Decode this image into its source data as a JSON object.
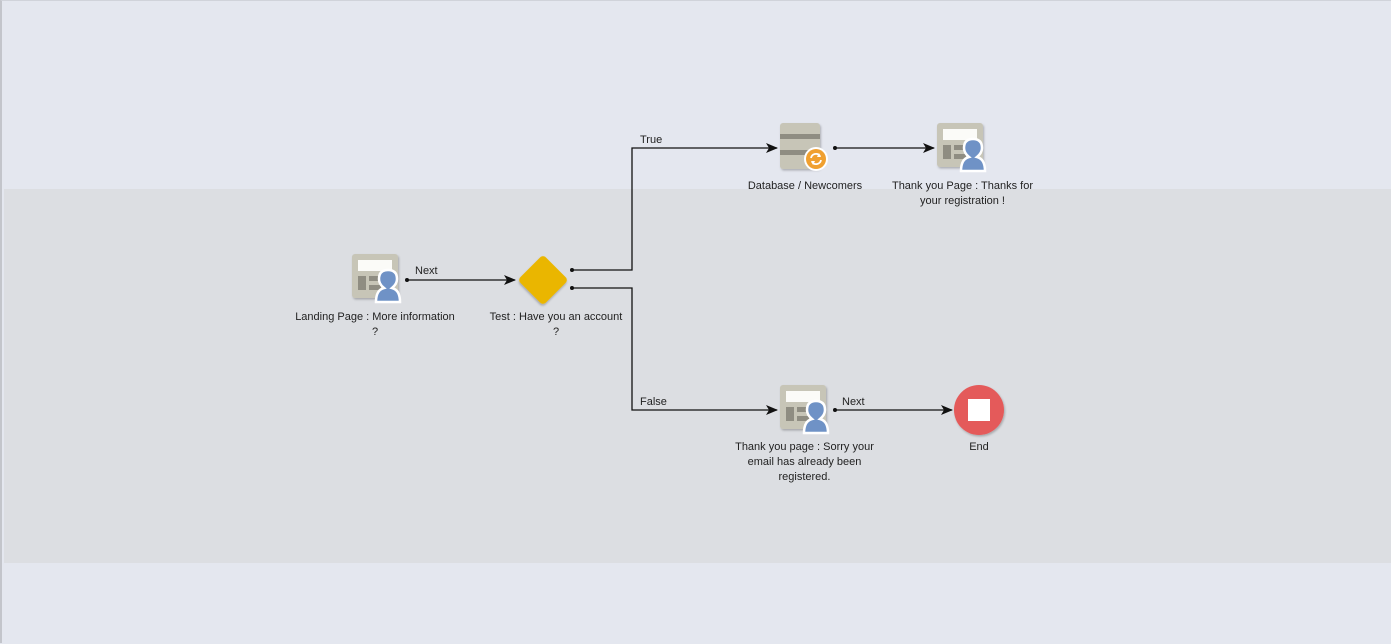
{
  "lanes": [
    "top",
    "main",
    "bottom"
  ],
  "nodes": {
    "landing": {
      "label": "Landing Page : More information",
      "label_line2": "?",
      "type": "page-icon"
    },
    "test": {
      "label": "Test : Have you an account ?",
      "type": "decision-diamond"
    },
    "database": {
      "label": "Database / Newcomers",
      "type": "database-icon"
    },
    "thanks": {
      "label": "Thank you Page : Thanks for your registration !",
      "type": "page-icon"
    },
    "sorry": {
      "label": "Thank you page : Sorry your email has already been registered.",
      "type": "page-icon"
    },
    "end": {
      "label": "End",
      "type": "end-icon"
    }
  },
  "edges": {
    "landing_to_test": "Next",
    "test_true": "True",
    "test_false": "False",
    "db_to_thanks": "",
    "sorry_to_end": "Next"
  },
  "colors": {
    "decision": "#eab605",
    "end": "#e45a5a",
    "person": "#6f92c6",
    "page": "#c7c5b7",
    "sync": "#f0a030",
    "line": "#111111"
  }
}
